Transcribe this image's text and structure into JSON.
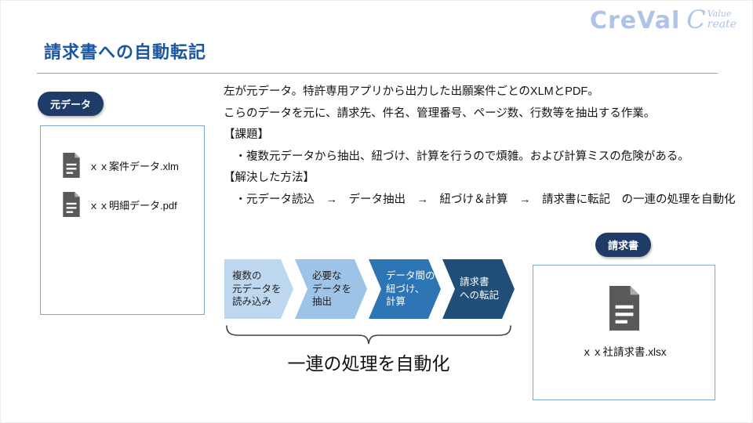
{
  "logo": {
    "main": "CreVal",
    "script_initial": "C",
    "top_word": "Value",
    "bottom_word": "reate",
    "color": "#afc2e8"
  },
  "title": "請求書への自動転記",
  "colors": {
    "title": "#1a57a0",
    "badge_bg": "#1f3c68",
    "box_border": "#7fa8d9",
    "icon_gray": "#595959"
  },
  "source_panel": {
    "badge": "元データ",
    "files": [
      {
        "label": "ｘｘ案件データ.xlm"
      },
      {
        "label": "ｘｘ明細データ.pdf"
      }
    ]
  },
  "description": {
    "lines": [
      "左が元データ。特許専用アプリから出力した出願案件ごとのXLMとPDF。",
      "こらのデータを元に、請求先、件名、管理番号、ページ数、行数等を抽出する作業。",
      "【課題】",
      "　・複数元データから抽出、紐づけ、計算を行うので煩雑。および計算ミスの危険がある。",
      "【解決した方法】",
      "　・元データ読込　→　データ抽出　→　紐づけ＆計算　→　請求書に転記　の一連の処理を自動化"
    ]
  },
  "process": {
    "steps": [
      {
        "label": "複数の\n元データを\n読み込み",
        "bg": "#bdd7ee",
        "fg": "#1f1f1f"
      },
      {
        "label": "必要な\nデータを\n抽出",
        "bg": "#9dc3e6",
        "fg": "#1f1f1f"
      },
      {
        "label": "データ間の\n紐づけ、\n計算",
        "bg": "#2e75b6",
        "fg": "#ffffff"
      },
      {
        "label": "請求書\nへの転記",
        "bg": "#1f4e79",
        "fg": "#ffffff"
      }
    ],
    "brace_label": "一連の処理を自動化"
  },
  "invoice_panel": {
    "badge": "請求書",
    "file_label": "ｘｘ社請求書.xlsx"
  }
}
